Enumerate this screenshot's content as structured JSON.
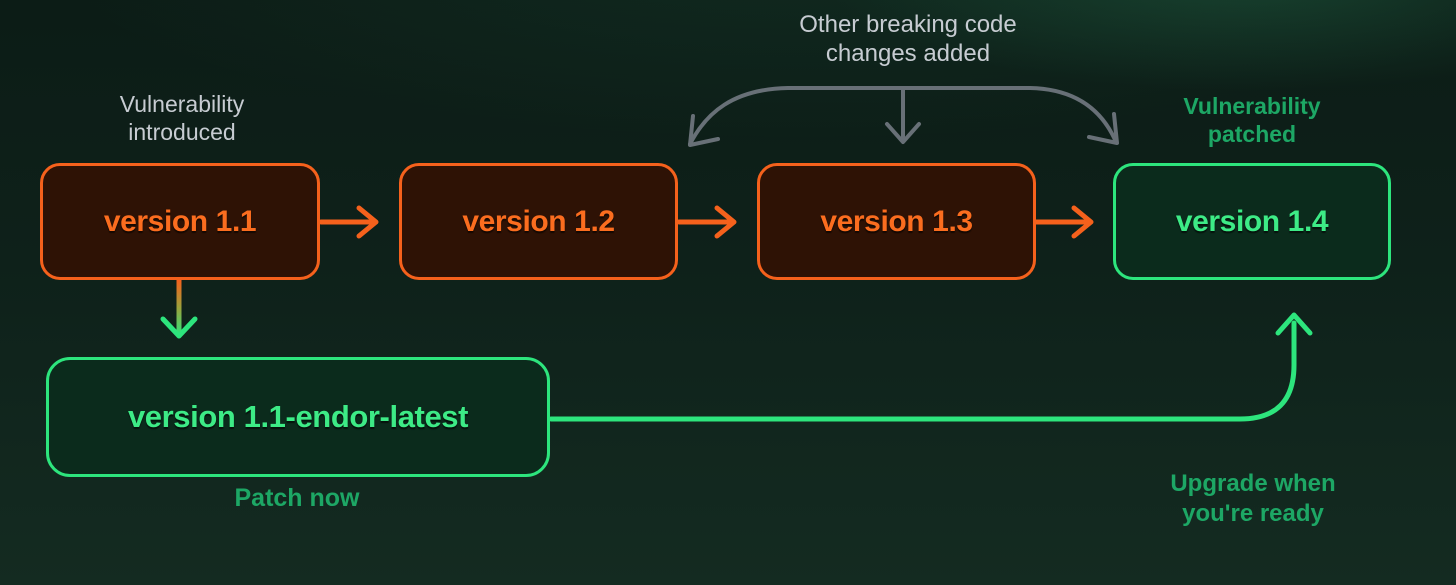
{
  "colors": {
    "bg-top": "#0c1c16",
    "bg-bottom": "#142b21",
    "orange": "#f5611c",
    "orange-text": "#fb6d1f",
    "orange-fill": "#2e1205",
    "green": "#2de57d",
    "green-text": "#3deb86",
    "green-fill": "#0b2b1c",
    "green-label": "#1da765",
    "gray-label": "#c7ccd2",
    "gray-arrow": "#687077"
  },
  "annotations": {
    "vulnerability_introduced": {
      "line1": "Vulnerability",
      "line2": "introduced"
    },
    "other_breaking_changes": {
      "line1": "Other breaking code",
      "line2": "changes added"
    },
    "vulnerability_patched": {
      "line1": "Vulnerability",
      "line2": "patched"
    },
    "patch_now": "Patch now",
    "upgrade_when_ready": {
      "line1": "Upgrade when",
      "line2": "you're ready"
    }
  },
  "versions": {
    "main_branch": [
      {
        "label": "version 1.1",
        "status": "vulnerable"
      },
      {
        "label": "version 1.2",
        "status": "vulnerable"
      },
      {
        "label": "version 1.3",
        "status": "vulnerable"
      },
      {
        "label": "version 1.4",
        "status": "patched"
      }
    ],
    "patch_branch": {
      "label": "version 1.1-endor-latest",
      "status": "patched"
    }
  }
}
